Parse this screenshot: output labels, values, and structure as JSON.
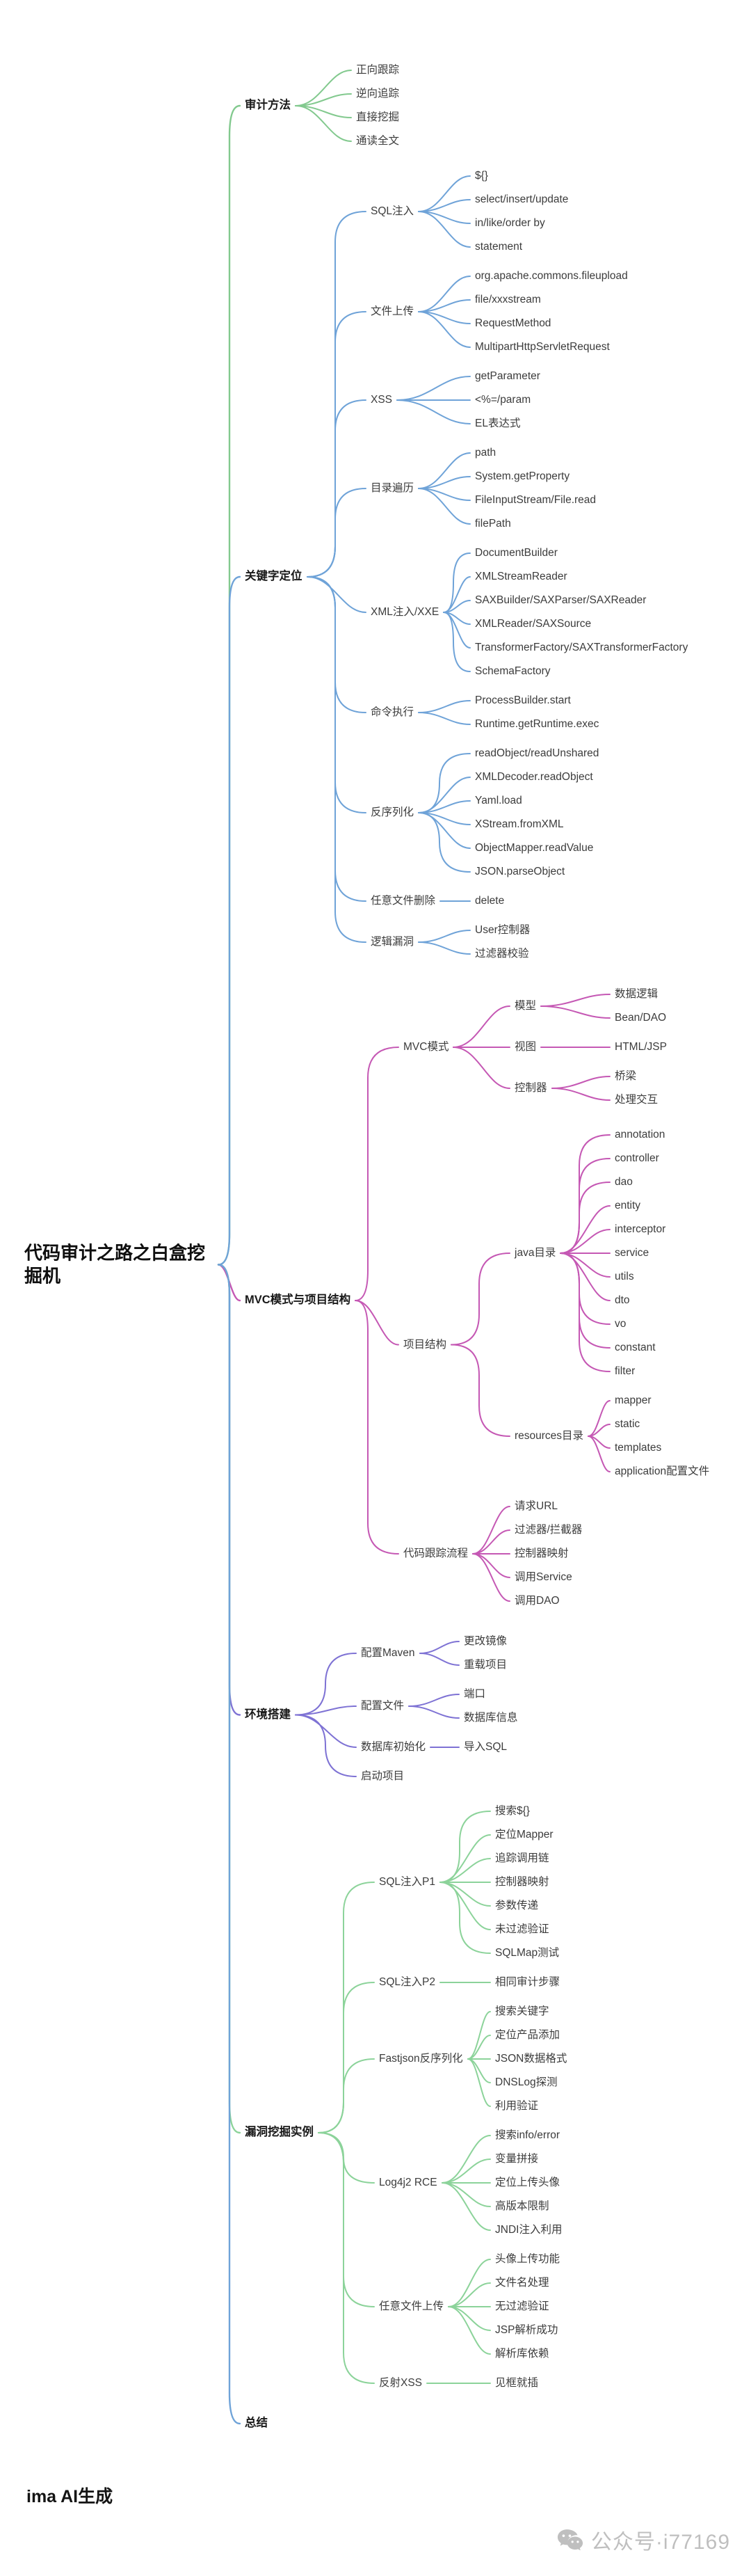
{
  "root": {
    "label": "代码审计之路之白盒挖掘机"
  },
  "branches": [
    {
      "label": "审计方法",
      "color": "#82c98e",
      "children": [
        {
          "label": "正向跟踪"
        },
        {
          "label": "逆向追踪"
        },
        {
          "label": "直接挖掘"
        },
        {
          "label": "通读全文"
        }
      ]
    },
    {
      "label": "关键字定位",
      "color": "#6fa3d8",
      "children": [
        {
          "label": "SQL注入",
          "children": [
            {
              "label": "${}"
            },
            {
              "label": "select/insert/update"
            },
            {
              "label": "in/like/order by"
            },
            {
              "label": "statement"
            }
          ]
        },
        {
          "label": "文件上传",
          "children": [
            {
              "label": "org.apache.commons.fileupload"
            },
            {
              "label": "file/xxxstream"
            },
            {
              "label": "RequestMethod"
            },
            {
              "label": "MultipartHttpServletRequest"
            }
          ]
        },
        {
          "label": "XSS",
          "children": [
            {
              "label": "getParameter"
            },
            {
              "label": "<%=/param"
            },
            {
              "label": "EL表达式"
            }
          ]
        },
        {
          "label": "目录遍历",
          "children": [
            {
              "label": "path"
            },
            {
              "label": "System.getProperty"
            },
            {
              "label": "FileInputStream/File.read"
            },
            {
              "label": "filePath"
            }
          ]
        },
        {
          "label": "XML注入/XXE",
          "children": [
            {
              "label": "DocumentBuilder"
            },
            {
              "label": "XMLStreamReader"
            },
            {
              "label": "SAXBuilder/SAXParser/SAXReader"
            },
            {
              "label": "XMLReader/SAXSource"
            },
            {
              "label": "TransformerFactory/SAXTransformerFactory"
            },
            {
              "label": "SchemaFactory"
            }
          ]
        },
        {
          "label": "命令执行",
          "children": [
            {
              "label": "ProcessBuilder.start"
            },
            {
              "label": "Runtime.getRuntime.exec"
            }
          ]
        },
        {
          "label": "反序列化",
          "children": [
            {
              "label": "readObject/readUnshared"
            },
            {
              "label": "XMLDecoder.readObject"
            },
            {
              "label": "Yaml.load"
            },
            {
              "label": "XStream.fromXML"
            },
            {
              "label": "ObjectMapper.readValue"
            },
            {
              "label": "JSON.parseObject"
            }
          ]
        },
        {
          "label": "任意文件删除",
          "children": [
            {
              "label": "delete"
            }
          ]
        },
        {
          "label": "逻辑漏洞",
          "children": [
            {
              "label": "User控制器"
            },
            {
              "label": "过滤器校验"
            }
          ]
        }
      ]
    },
    {
      "label": "MVC模式与项目结构",
      "color": "#c558b4",
      "children": [
        {
          "label": "MVC模式",
          "children": [
            {
              "label": "模型",
              "children": [
                {
                  "label": "数据逻辑"
                },
                {
                  "label": "Bean/DAO"
                }
              ]
            },
            {
              "label": "视图",
              "children": [
                {
                  "label": "HTML/JSP"
                }
              ]
            },
            {
              "label": "控制器",
              "children": [
                {
                  "label": "桥梁"
                },
                {
                  "label": "处理交互"
                }
              ]
            }
          ]
        },
        {
          "label": "项目结构",
          "children": [
            {
              "label": "java目录",
              "children": [
                {
                  "label": "annotation"
                },
                {
                  "label": "controller"
                },
                {
                  "label": "dao"
                },
                {
                  "label": "entity"
                },
                {
                  "label": "interceptor"
                },
                {
                  "label": "service"
                },
                {
                  "label": "utils"
                },
                {
                  "label": "dto"
                },
                {
                  "label": "vo"
                },
                {
                  "label": "constant"
                },
                {
                  "label": "filter"
                }
              ]
            },
            {
              "label": "resources目录",
              "children": [
                {
                  "label": "mapper"
                },
                {
                  "label": "static"
                },
                {
                  "label": "templates"
                },
                {
                  "label": "application配置文件"
                }
              ]
            }
          ]
        },
        {
          "label": "代码跟踪流程",
          "children": [
            {
              "label": "请求URL"
            },
            {
              "label": "过滤器/拦截器"
            },
            {
              "label": "控制器映射"
            },
            {
              "label": "调用Service"
            },
            {
              "label": "调用DAO"
            }
          ]
        }
      ]
    },
    {
      "label": "环境搭建",
      "color": "#7e72d4",
      "children": [
        {
          "label": "配置Maven",
          "children": [
            {
              "label": "更改镜像"
            },
            {
              "label": "重载项目"
            }
          ]
        },
        {
          "label": "配置文件",
          "children": [
            {
              "label": "端口"
            },
            {
              "label": "数据库信息"
            }
          ]
        },
        {
          "label": "数据库初始化",
          "children": [
            {
              "label": "导入SQL"
            }
          ]
        },
        {
          "label": "启动项目"
        }
      ]
    },
    {
      "label": "漏洞挖掘实例",
      "color": "#8cd39a",
      "children": [
        {
          "label": "SQL注入P1",
          "children": [
            {
              "label": "搜索${}"
            },
            {
              "label": "定位Mapper"
            },
            {
              "label": "追踪调用链"
            },
            {
              "label": "控制器映射"
            },
            {
              "label": "参数传递"
            },
            {
              "label": "未过滤验证"
            },
            {
              "label": "SQLMap测试"
            }
          ]
        },
        {
          "label": "SQL注入P2",
          "children": [
            {
              "label": "相同审计步骤"
            }
          ]
        },
        {
          "label": "Fastjson反序列化",
          "children": [
            {
              "label": "搜索关键字"
            },
            {
              "label": "定位产品添加"
            },
            {
              "label": "JSON数据格式"
            },
            {
              "label": "DNSLog探测"
            },
            {
              "label": "利用验证"
            }
          ]
        },
        {
          "label": "Log4j2 RCE",
          "children": [
            {
              "label": "搜索info/error"
            },
            {
              "label": "变量拼接"
            },
            {
              "label": "定位上传头像"
            },
            {
              "label": "高版本限制"
            },
            {
              "label": "JNDI注入利用"
            }
          ]
        },
        {
          "label": "任意文件上传",
          "children": [
            {
              "label": "头像上传功能"
            },
            {
              "label": "文件名处理"
            },
            {
              "label": "无过滤验证"
            },
            {
              "label": "JSP解析成功"
            },
            {
              "label": "解析库依赖"
            }
          ]
        },
        {
          "label": "反射XSS",
          "children": [
            {
              "label": "见框就插"
            }
          ]
        }
      ]
    },
    {
      "label": "总结",
      "color": "#6fa3d8"
    }
  ],
  "footer": {
    "generator": "ima AI生成",
    "watermark": "公众号·i77169",
    "wechat_icon": "wechat-icon",
    "watermark_color": "#bfbfbf"
  }
}
